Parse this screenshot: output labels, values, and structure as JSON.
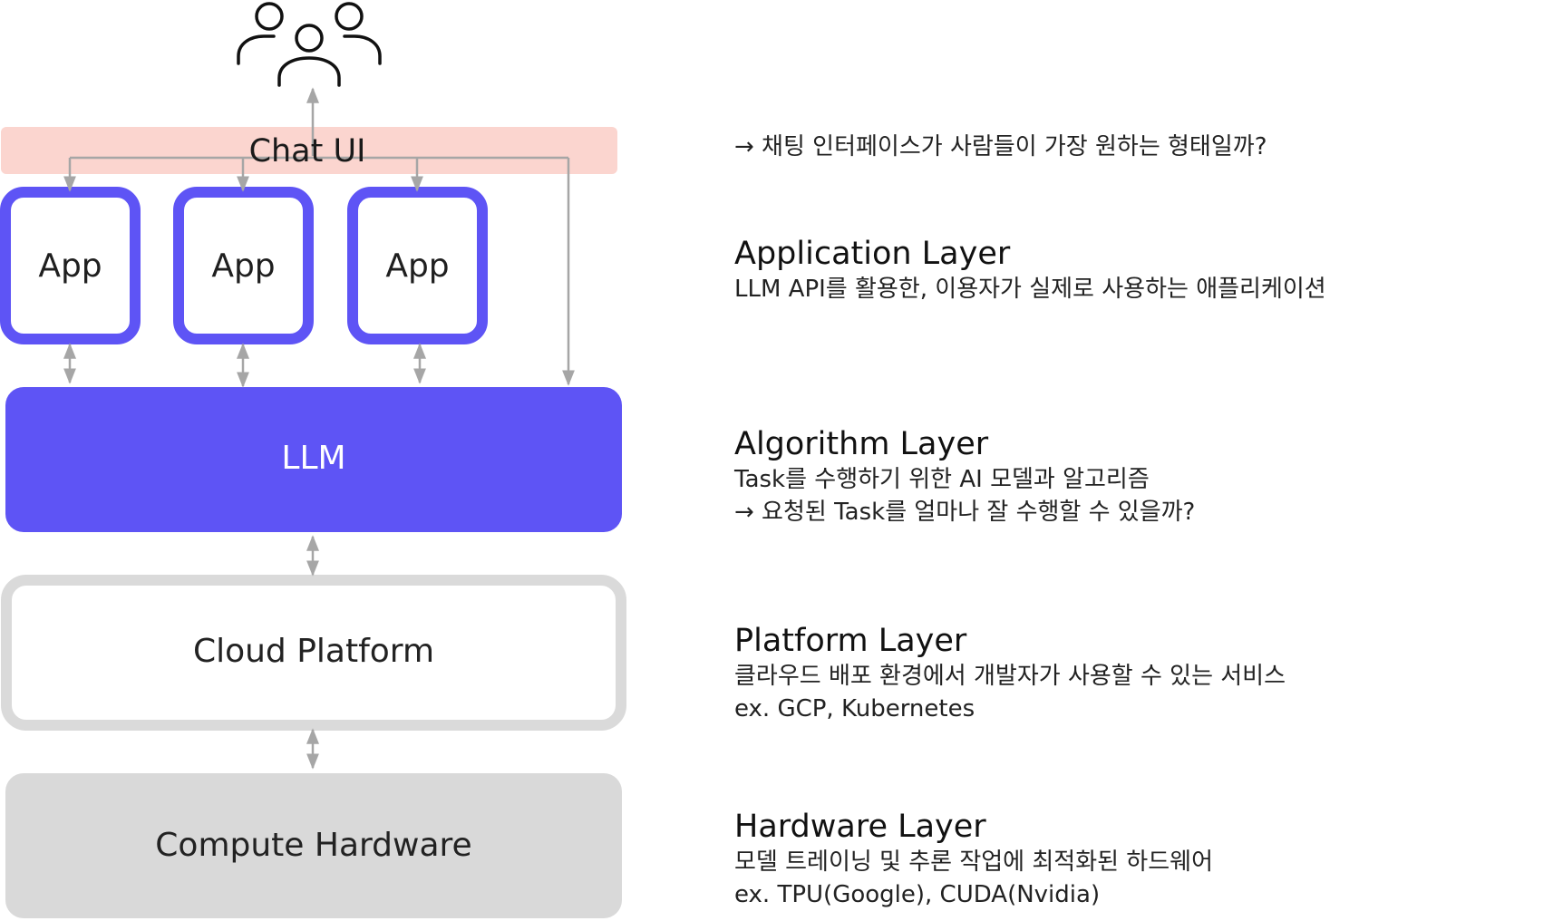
{
  "diagram": {
    "chat_ui": {
      "label": "Chat UI"
    },
    "apps": [
      {
        "label": "App"
      },
      {
        "label": "App"
      },
      {
        "label": "App"
      }
    ],
    "llm": {
      "label": "LLM"
    },
    "cloud_platform": {
      "label": "Cloud Platform"
    },
    "compute_hardware": {
      "label": "Compute Hardware"
    },
    "users_icon": "users-group-icon",
    "colors": {
      "chat_ui_fill": "#fbd5cf",
      "app_border": "#5e54f5",
      "llm_fill": "#5e54f5",
      "cloud_border": "#dadada",
      "hardware_fill": "#d9d9d9",
      "connector": "#a6a6a6"
    }
  },
  "descriptions": {
    "chat_ui_note": "→ 채팅 인터페이스가 사람들이 가장 원하는 형태일까?",
    "application": {
      "title": "Application Layer",
      "line1": "LLM API를 활용한, 이용자가 실제로 사용하는 애플리케이션"
    },
    "algorithm": {
      "title": "Algorithm Layer",
      "line1": "Task를 수행하기 위한 AI 모델과 알고리즘",
      "line2": "→ 요청된 Task를 얼마나 잘 수행할 수 있을까?"
    },
    "platform": {
      "title": "Platform Layer",
      "line1": "클라우드 배포 환경에서 개발자가 사용할 수 있는 서비스",
      "line2": "ex. GCP, Kubernetes"
    },
    "hardware": {
      "title": "Hardware Layer",
      "line1": "모델 트레이닝 및 추론 작업에 최적화된 하드웨어",
      "line2": "ex. TPU(Google), CUDA(Nvidia)"
    }
  }
}
